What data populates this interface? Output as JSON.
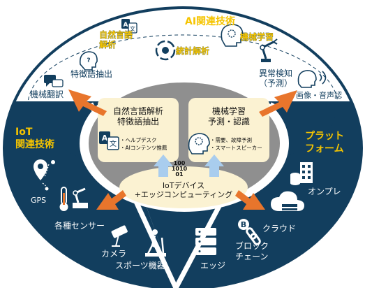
{
  "ai_section": {
    "title": "AI関連技術",
    "items": {
      "nlp": "自然言語\n解析",
      "feature": "特徴語抽出",
      "translation": "機械翻訳",
      "stats": "統計解析",
      "ml": "機械学習",
      "anomaly": "異常検知\n（予測）",
      "media": "画像・音声認"
    }
  },
  "iot_section": {
    "title": "IoT\n関連技術",
    "items": {
      "gps": "GPS",
      "sensors": "各種センサー",
      "camera": "カメラ",
      "sports": "スポーツ機器"
    }
  },
  "platform_section": {
    "title": "プラット\nフォーム",
    "items": {
      "onprem": "オンプレ",
      "cloud": "クラウド",
      "blockchain": "ブロック\nチェーン",
      "edge": "エッジ"
    }
  },
  "center": {
    "nlp_box": {
      "title": "自然言語解析\n特徴語抽出",
      "bullets": "・ヘルプデスク\n・AIコンテンツ推薦"
    },
    "ml_box": {
      "title": "機械学習\n予測・認識",
      "bullets": "・需要、故障予測\n・スマートスピーカー"
    },
    "iot_box": {
      "binary": "100\n1010\n01",
      "title": "IoTデバイス\n+エッジコンピューティング"
    }
  },
  "colors": {
    "navy": "#123e5e",
    "gold": "#f5c400",
    "cream": "#fbf2d2",
    "arrow_orange": "#e8752c",
    "arrow_blue": "#a9cdee",
    "center_gray": "#8f8f8f"
  }
}
